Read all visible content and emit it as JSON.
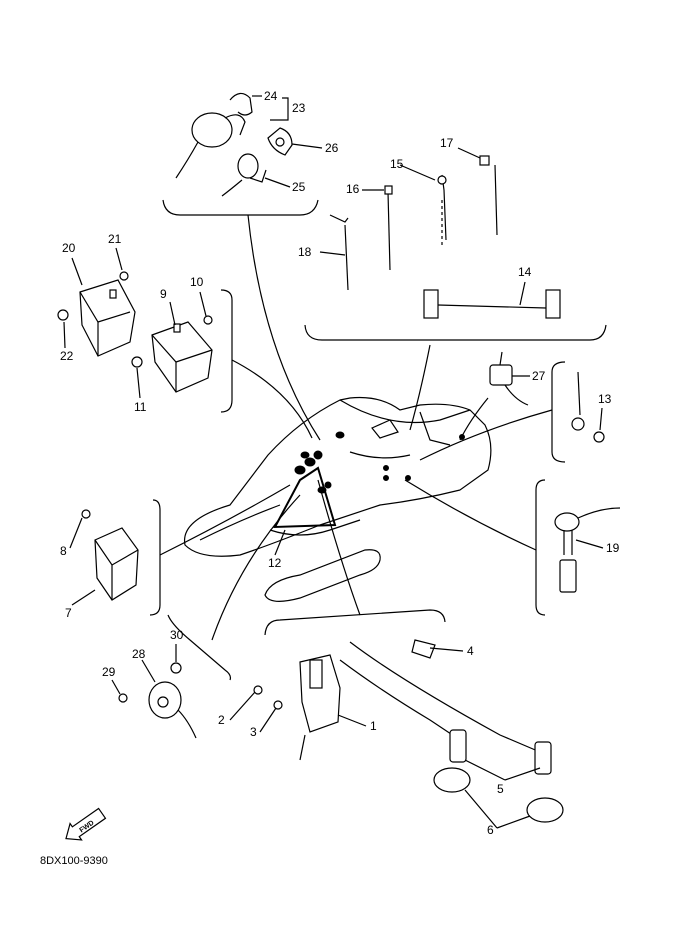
{
  "part_code": "8DX100-9390",
  "fwd_label": "FWD",
  "callouts": [
    "1",
    "2",
    "3",
    "4",
    "5",
    "6",
    "7",
    "8",
    "9",
    "10",
    "11",
    "12",
    "13",
    "14",
    "15",
    "16",
    "17",
    "18",
    "19",
    "20",
    "21",
    "22",
    "23",
    "24",
    "25",
    "26",
    "27",
    "28",
    "29",
    "30"
  ]
}
